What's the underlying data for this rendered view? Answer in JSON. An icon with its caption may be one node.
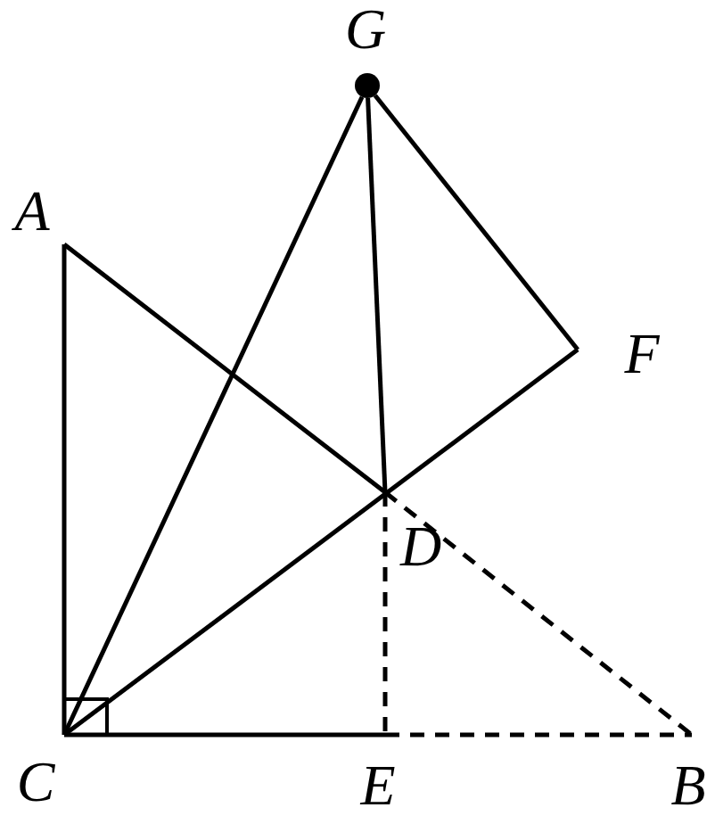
{
  "diagram": {
    "nodes": [
      {
        "text": [],
        "shape": "circle",
        "beside": [
          "G"
        ]
      },
      {
        "text": [
          "A"
        ]
      },
      {
        "text": [
          "F"
        ]
      },
      {
        "text": [
          "D"
        ]
      },
      {
        "text": [
          "C"
        ]
      },
      {
        "text": [
          "E"
        ]
      },
      {
        "text": [
          "B"
        ]
      }
    ],
    "edges": [
      {
        "from": 1,
        "to": 4,
        "arrow": "none"
      },
      {
        "from": 4,
        "to": 5,
        "arrow": "none"
      },
      {
        "from": 5,
        "to": 6,
        "arrow": "none",
        "style": "dashed"
      },
      {
        "from": 1,
        "to": 3,
        "arrow": "none"
      },
      {
        "from": 3,
        "to": 6,
        "arrow": "none",
        "style": "dashed"
      },
      {
        "from": 3,
        "to": 5,
        "arrow": "none",
        "style": "dashed"
      },
      {
        "from": 4,
        "to": 0,
        "arrow": "none"
      },
      {
        "from": 0,
        "to": 3,
        "arrow": "none"
      },
      {
        "from": 0,
        "to": 2,
        "arrow": "none"
      },
      {
        "from": 4,
        "to": 2,
        "arrow": "none"
      }
    ]
  }
}
